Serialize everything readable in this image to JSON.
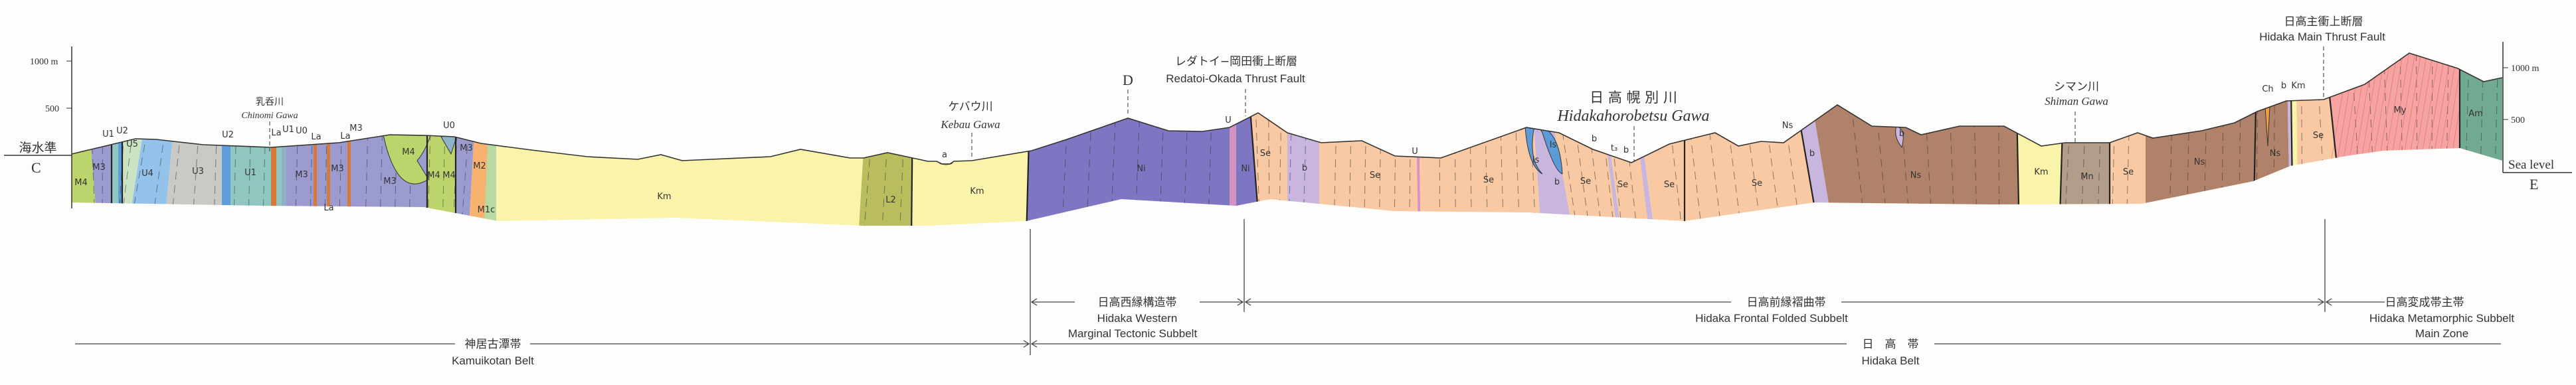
{
  "section": {
    "left_end": "C",
    "right_end": "E",
    "left_sea_level": "海水準",
    "right_sea_level": "Sea level",
    "left_ticks": [
      "1000 m",
      "500"
    ],
    "right_ticks": [
      "1000 m",
      "500"
    ]
  },
  "annotations": {
    "chinomi_ja": "乳呑川",
    "chinomi_en": "Chinomi Gawa",
    "kebau_ja": "ケバウ川",
    "kebau_en": "Kebau Gawa",
    "point_d": "D",
    "redatoi_ja": "レダトイ−岡田衝上断層",
    "redatoi_en": "Redatoi-Okada Thrust Fault",
    "horobetsu_ja": "日 高 幌 別 川",
    "horobetsu_en": "Hidakahorobetsu Gawa",
    "shiman_ja": "シマン川",
    "shiman_en": "Shiman Gawa",
    "main_thrust_ja": "日高主衝上断層",
    "main_thrust_en": "Hidaka Main Thrust Fault"
  },
  "zones": {
    "western_ja": "日高西縁構造帯",
    "western_en1": "Hidaka Western",
    "western_en2": "Marginal Tectonic Subbelt",
    "frontal_ja": "日高前縁褶曲帯",
    "frontal_en": "Hidaka Frontal Folded Subbelt",
    "metamorphic_ja": "日高変成帯主帯",
    "metamorphic_en1": "Hidaka Metamorphic Subbelt",
    "metamorphic_en2": "Main Zone",
    "kamuikotan_ja": "神居古潭帯",
    "kamuikotan_en": "Kamuikotan Belt",
    "hidaka_ja": "日　高　帯",
    "hidaka_en": "Hidaka Belt"
  },
  "unit_colors": {
    "M4": "#bcd46c",
    "M3": "#9c9bd0",
    "M2": "#f6b26e",
    "M1c": "#b9d9a2",
    "U0": "#8eb2c9",
    "U1": "#90c6c0",
    "U2": "#5d9dd9",
    "U3": "#c9c9c5",
    "U4": "#93c2ea",
    "U5": "#cbe2c3",
    "La": "#d8783a",
    "Km": "#faf3aa",
    "L2": "#b9bd5e",
    "Ni": "#7e76c2",
    "U": "#d792c4",
    "Se": "#f8c9a2",
    "b": "#c9b6de",
    "Is": "#5b9bd8",
    "Ns": "#b0826a",
    "Mn": "#b29d8b",
    "Ch": "#f0a040",
    "My": "#f5a4a2",
    "Am": "#72a991"
  },
  "formation_labels": [
    "U1",
    "U2",
    "U5",
    "M3",
    "M4",
    "U4",
    "U3",
    "U2",
    "U1",
    "La",
    "U1",
    "U0",
    "La",
    "La",
    "M3",
    "M3",
    "M3",
    "M3",
    "M4",
    "U0",
    "M3",
    "M4",
    "M4",
    "M2",
    "La",
    "M1c",
    "Km",
    "L2",
    "a",
    "Km",
    "Ni",
    "U",
    "Ni",
    "Se",
    "b",
    "Se",
    "U",
    "Se",
    "Is",
    "Is",
    "b",
    "Se",
    "b",
    "t₃",
    "b",
    "Se",
    "Se",
    "Se",
    "Ns",
    "b",
    "b",
    "Ns",
    "Km",
    "Mn",
    "Se",
    "Ns",
    "Ns",
    "Ch",
    "b",
    "Km",
    "Se",
    "My",
    "Am"
  ]
}
